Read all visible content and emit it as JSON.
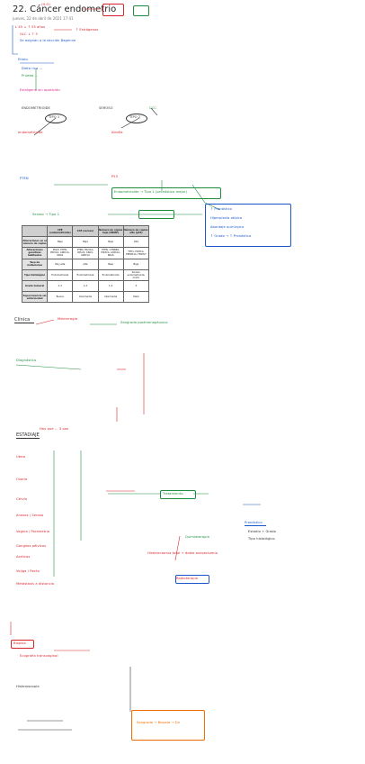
{
  "page": {
    "title": "22. Cáncer endometrio",
    "date_line": "jueves, 22 de abril de 2021     17:41"
  },
  "notes": {
    "ho": "(H.O)",
    "n1": "↓ 45 ↓ ↑ 55 años",
    "n2": "GLC      ↓  ↑ 5",
    "n3": "Se asignan a la sección Bagenne",
    "etiol": "Etiolo.",
    "n4": "↑ Estrógenos",
    "n5": "Dieta rica ...",
    "n6": "Prueba ...",
    "estrogeno": "Estrógeno sin oposición",
    "col_left": "ENDOMETRIOIDE",
    "col_mid": "SEROSO",
    "col_right": "CCC",
    "tipo1": "TIPO 1",
    "tipo2": "TIPO 2",
    "sub1": "endometrioide",
    "sub2": "Atrofia",
    "pten": "PTEN",
    "p53": "P53",
    "box_green": "Endometrioide → Tipo 1 (pronóstico mejor)",
    "box_green2": "Seroso → Tipo 2",
    "box_blue_title": "↑ Pronóstico",
    "box_blue_l1": "Hiperplasia atípica",
    "box_blue_l2": "Abordaje quirúrgico",
    "box_blue_l3": "↑ Grado → ↑ Pronóstico",
    "clinica": "Clínica",
    "c1": "Metrorragia",
    "c2": "Sangrado postmenopáusico",
    "dx": "Diagnóstico",
    "estadiaje": "ESTADIAJE",
    "estadiaje_sub": "Hay que ... 3 pas",
    "st1": "Útero",
    "st2": "Ovario",
    "st3": "Cérvix",
    "st4": "Anexos / Serosa",
    "st5": "Vagina / Parametrio",
    "st6": "Ganglios pélvicos",
    "st7": "Aorticos",
    "st8": "Vejiga / Recto",
    "st9": "Metástasis a distancia",
    "tto": "Tratamiento",
    "tto1": "Histerectomía total + doble anexectomía",
    "tto2": "Radioterapia",
    "tto3": "Quimioterapia",
    "pron": "Pronóstico",
    "pron1": "Estadio + Grado",
    "pron2": "Tipo histológico",
    "bottom1": "Biopsia",
    "bottom2": "Ecografía transvaginal",
    "bottom3": "Histeroscopia",
    "bottom_box": "Sangrado → Biopsia → Dx"
  },
  "table": {
    "headers": [
      "",
      "CEE (endometrioide)",
      "CCE (seroso)",
      "Número de copias bajo (NSMP)",
      "Número de copias alto (p53)"
    ],
    "rows": [
      {
        "label": "Alteraciones en el número de copias",
        "cells": [
          "Baja",
          "Baja",
          "Baja",
          "Alta"
        ]
      },
      {
        "label": "Alteraciones genéticas habituales",
        "cells": [
          "POLE, PTEN, PIK3CA, ARID1A, KRAS",
          "PTEN, PIK3CA, RPL22, KRAS, ARID1A",
          "PTEN, CTNNB1, PIK3CA, ARID1A, KRAS",
          "TP53, PIK3CA, PPP2R1A, FBXW7"
        ]
      },
      {
        "label": "Tasa de mutaciones",
        "cells": [
          "Muy alta",
          "Alta",
          "Baja",
          "Baja"
        ]
      },
      {
        "label": "Tipo histológico",
        "cells": [
          "Endometrioide",
          "Endometrioide",
          "Endometrioide",
          "Seroso, endometrioide, mixto"
        ]
      },
      {
        "label": "Grado tumoral",
        "cells": [
          "1-3",
          "1-3",
          "1-2",
          "3"
        ]
      },
      {
        "label": "Supervivencia sin enfermedad",
        "cells": [
          "Buena",
          "Intermedia",
          "Intermedia",
          "Mala"
        ]
      }
    ]
  },
  "colors": {
    "red": "#d8232a",
    "green": "#1e8e3e",
    "blue": "#1a56c9",
    "pink": "#d81b8c",
    "orange": "#ef6c00",
    "table_header": "#cfcfcf"
  }
}
